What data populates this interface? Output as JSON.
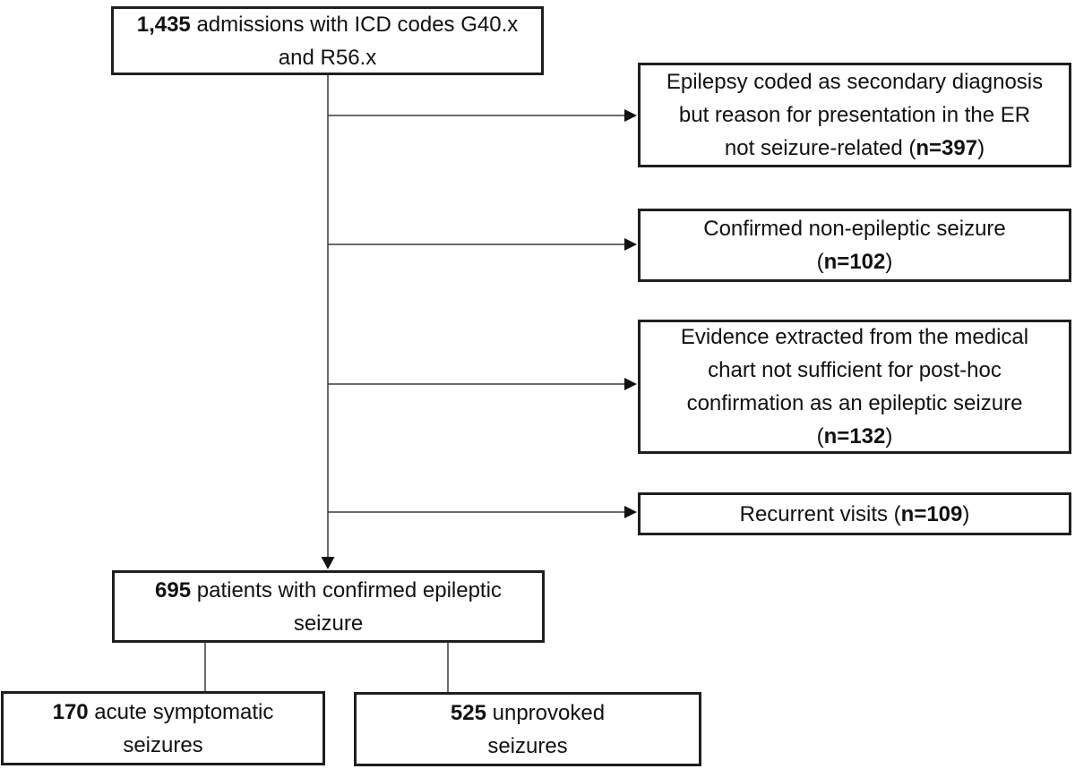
{
  "figure": {
    "background_color": "#ffffff",
    "box_border_color": "#1f1f1f",
    "line_color": "#3a3a3a",
    "text_color": "#111111"
  },
  "boxes": {
    "admissions": {
      "line1_bold": "1,435",
      "line1_rest": " admissions with ICD codes G40.x",
      "line2": "and R56.x"
    },
    "excl_secondary": {
      "line1": "Epilepsy coded as secondary diagnosis",
      "line2": "but reason for presentation in the ER",
      "line3_pre": "not seizure-related (",
      "line3_bold": "n=397",
      "line3_post": ")"
    },
    "excl_nonepileptic": {
      "line1": "Confirmed non-epileptic seizure",
      "line2_pre": "(",
      "line2_bold": "n=102",
      "line2_post": ")"
    },
    "excl_insufficient": {
      "line1": "Evidence extracted from the medical",
      "line2": "chart not sufficient for post-hoc",
      "line3": "confirmation as an epileptic seizure",
      "line4_pre": "(",
      "line4_bold": "n=132",
      "line4_post": ")"
    },
    "excl_recurrent": {
      "line1_pre": "Recurrent visits (",
      "line1_bold": "n=109",
      "line1_post": ")"
    },
    "confirmed": {
      "line1_bold": "695",
      "line1_rest": " patients with confirmed epileptic",
      "line2": "seizure"
    },
    "acute": {
      "line1_bold": "170",
      "line1_rest": " acute symptomatic",
      "line2": "seizures"
    },
    "unprovoked": {
      "line1_bold": "525",
      "line1_rest": " unprovoked",
      "line2": "seizures"
    }
  }
}
